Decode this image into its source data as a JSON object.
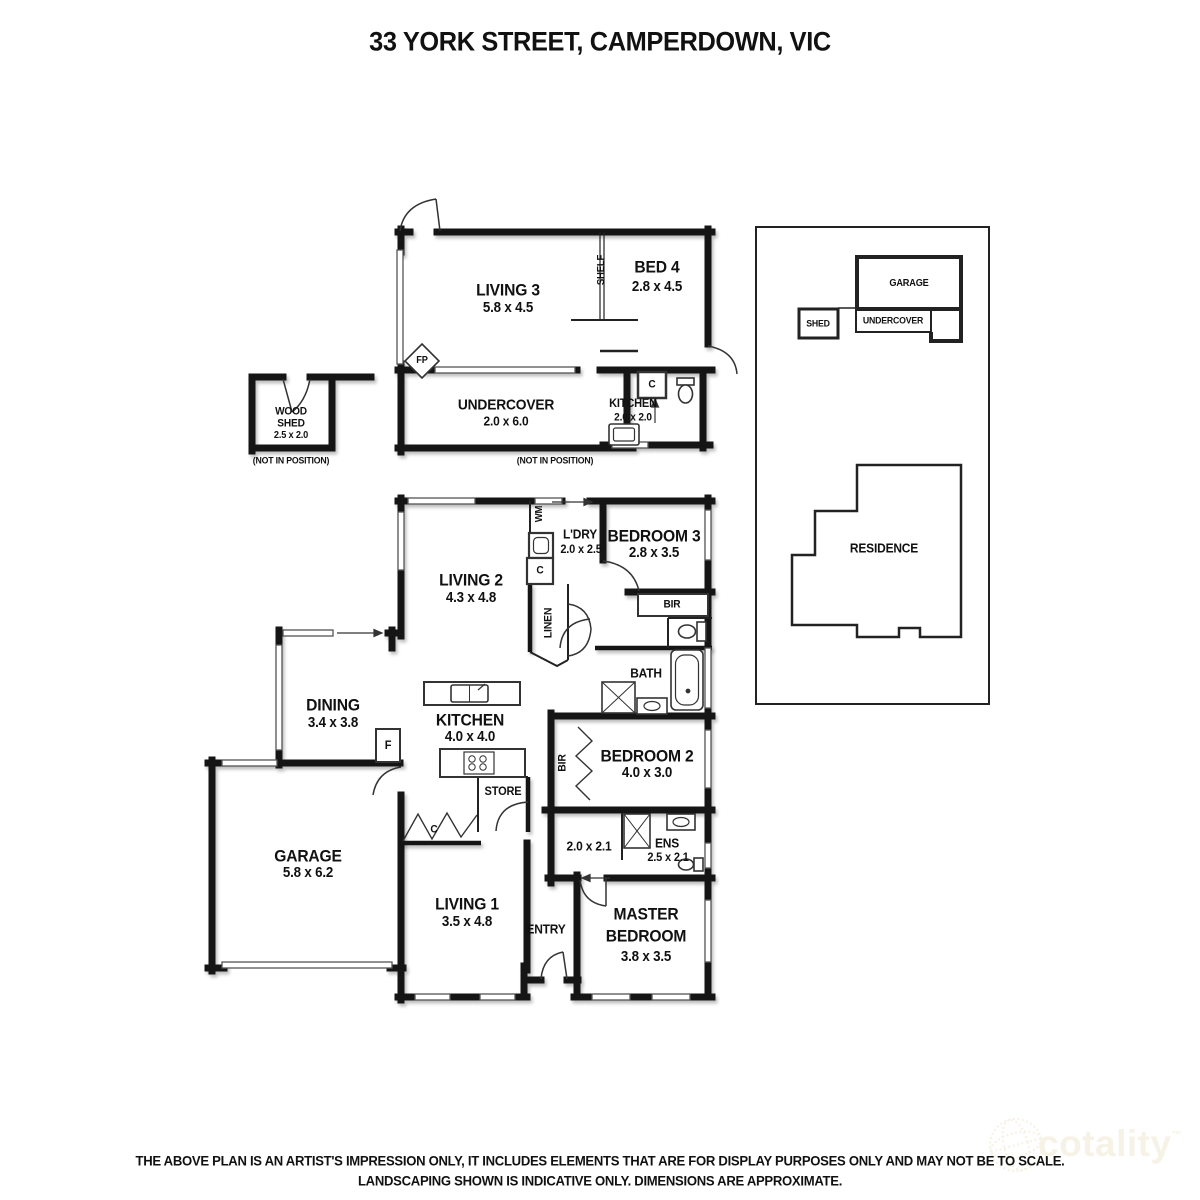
{
  "title": "33 YORK STREET, CAMPERDOWN, VIC",
  "rooms": {
    "living3": {
      "name": "LIVING 3",
      "dims": "5.8 x 4.5"
    },
    "bed4": {
      "name": "BED 4",
      "dims": "2.8 x 4.5"
    },
    "undercover": {
      "name": "UNDERCOVER",
      "dims": "2.0 x 6.0"
    },
    "kitchen_upper": {
      "name": "KITCHEN",
      "dims": "2.0 x 2.0"
    },
    "wood_shed": {
      "name1": "WOOD",
      "name2": "SHED",
      "dims": "2.5 x 2.0"
    },
    "living2": {
      "name": "LIVING 2",
      "dims": "4.3 x 4.8"
    },
    "laundry": {
      "name": "L'DRY",
      "dims": "2.0 x 2.5"
    },
    "bedroom3": {
      "name": "BEDROOM 3",
      "dims": "2.8 x 3.5"
    },
    "dining": {
      "name": "DINING",
      "dims": "3.4 x 3.8"
    },
    "kitchen": {
      "name": "KITCHEN",
      "dims": "4.0 x 4.0"
    },
    "bath": {
      "name": "BATH"
    },
    "bedroom2": {
      "name": "BEDROOM 2",
      "dims": "4.0 x 3.0"
    },
    "robe": {
      "dims": "2.0 x 2.1"
    },
    "ensuite": {
      "name": "ENS",
      "dims": "2.5 x 2.1"
    },
    "garage": {
      "name": "GARAGE",
      "dims": "5.8 x 6.2"
    },
    "living1": {
      "name": "LIVING 1",
      "dims": "3.5 x 4.8"
    },
    "entry": {
      "name": "ENTRY"
    },
    "master": {
      "name1": "MASTER",
      "name2": "BEDROOM",
      "dims": "3.8 x 3.5"
    }
  },
  "annotations": {
    "shelf": "SHELF",
    "fireplace": "FP",
    "washing_machine": "WM",
    "cupboard": "C",
    "linen": "LINEN",
    "built_in_robe": "BIR",
    "fridge": "F",
    "store": "STORE",
    "not_in_position": "(NOT IN POSITION)"
  },
  "site_plan": {
    "garage": "GARAGE",
    "undercover": "UNDERCOVER",
    "shed": "SHED",
    "residence": "RESIDENCE"
  },
  "disclaimer": {
    "line1": "THE ABOVE PLAN IS AN ARTIST'S IMPRESSION ONLY, IT INCLUDES ELEMENTS THAT ARE FOR DISPLAY PURPOSES ONLY AND MAY NOT BE TO SCALE.",
    "line2": "LANDSCAPING SHOWN IS INDICATIVE ONLY. DIMENSIONS ARE APPROXIMATE."
  },
  "watermark": {
    "brand": "cotality",
    "trademark": "™",
    "color": "#f6f2e6"
  },
  "colors": {
    "wall": "#151515",
    "line": "#333333",
    "window": "#555555",
    "background": "#ffffff"
  }
}
